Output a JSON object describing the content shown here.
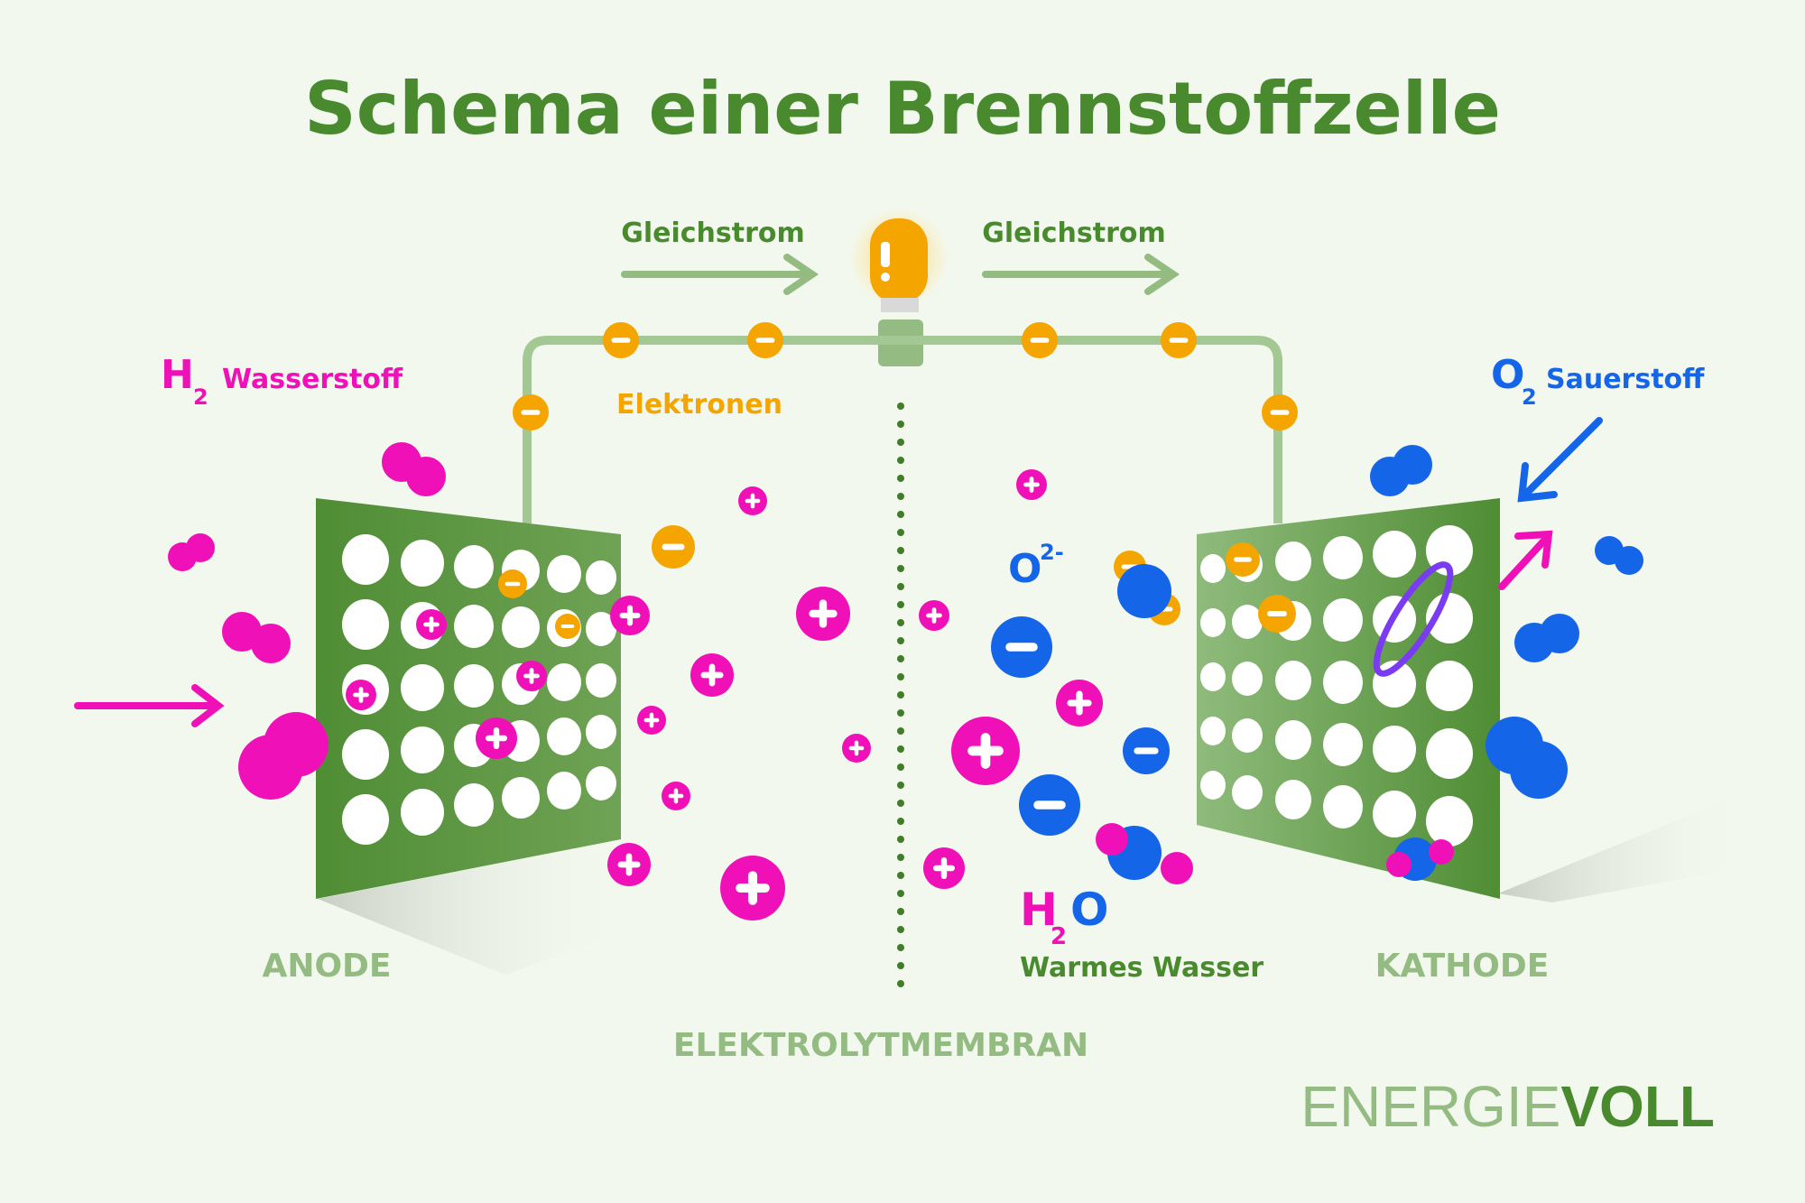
{
  "title": "Schema einer Brennstoffzelle",
  "labels": {
    "current_left": "Gleichstrom",
    "current_right": "Gleichstrom",
    "electrons": "Elektronen",
    "hydrogen_formula": "H",
    "hydrogen_sub": "2",
    "hydrogen_name": "Wasserstoff",
    "oxygen_formula": "O",
    "oxygen_sub": "2",
    "oxygen_name": "Sauerstoff",
    "oxide_ion": "O",
    "oxide_charge": "2-",
    "water_h": "H",
    "water_sub": "2",
    "water_o": "O",
    "water_name": "Warmes Wasser",
    "anode": "ANODE",
    "cathode": "KATHODE",
    "membrane": "ELEKTROLYTMEMBRAN"
  },
  "brand": {
    "part1": "ENERGIE",
    "part2": "VOLL"
  },
  "colors": {
    "background": "#f3f8ee",
    "title_green": "#4a8a2f",
    "plate_green": "#4f8d34",
    "light_green": "#93bb82",
    "wire": "#a4c893",
    "magenta": "#f010b8",
    "blue": "#1565e8",
    "orange": "#f5a500",
    "dots": "#3f7d26"
  },
  "icons": {
    "bulb": "light-bulb-icon",
    "positive": "plus-ion-icon",
    "negative": "minus-ion-icon"
  }
}
